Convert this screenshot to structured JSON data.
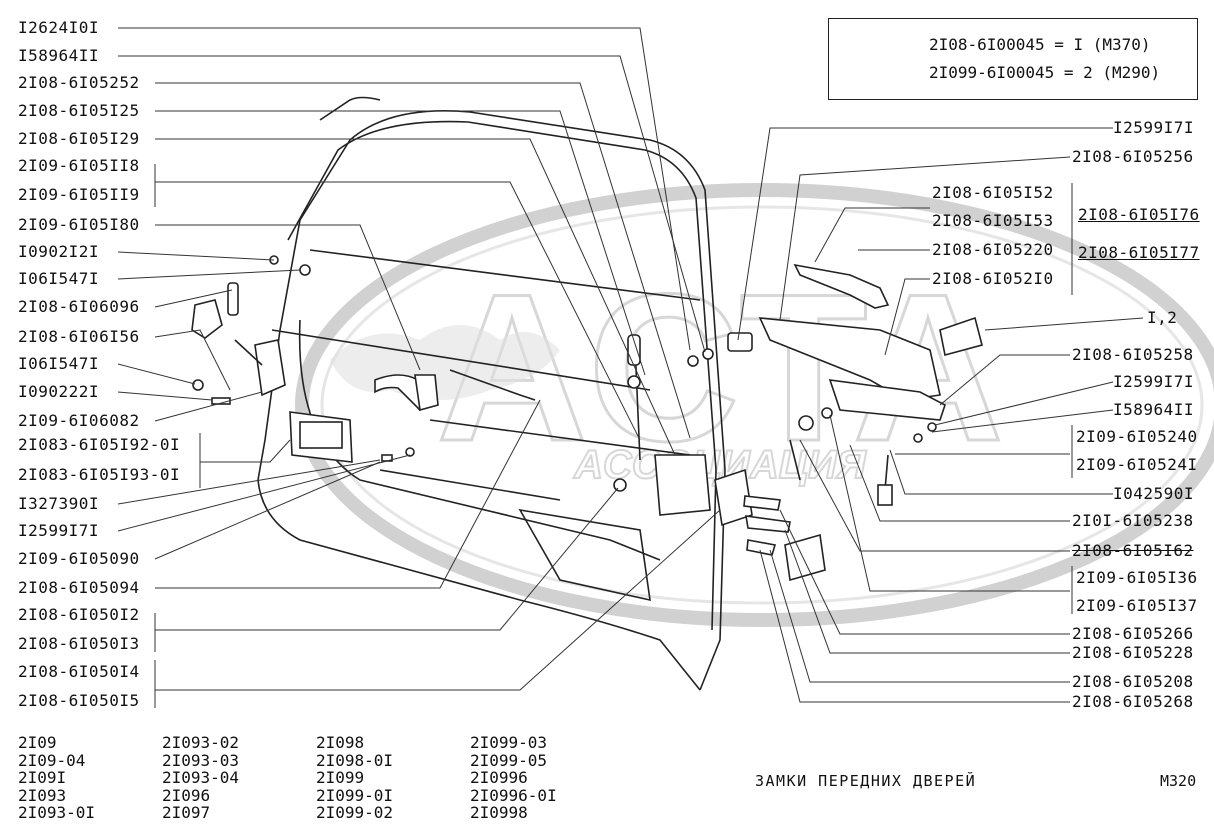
{
  "watermark": {
    "main": "ACTA",
    "sub": "ACCОЦИАЦИЯ"
  },
  "kit": {
    "line1": "2I08-6I00045 = I (M370)",
    "line2": "2I099-6I00045 = 2 (M290)"
  },
  "left_labels": [
    "I2624I0I",
    "I58964II",
    "2I08-6I05252",
    "2I08-6I05I25",
    "2I08-6I05I29",
    "2I09-6I05II8",
    "2I09-6I05II9",
    "2I09-6I05I80",
    "I0902I2I",
    "I06I547I",
    "2I08-6I06096",
    "2I08-6I06I56",
    "I06I547I",
    "I090222I",
    "2I09-6I06082",
    "2I083-6I05I92-0I",
    "2I083-6I05I93-0I",
    "I327390I",
    "I2599I7I",
    "2I09-6I05090",
    "2I08-6I05094",
    "2I08-6I050I2",
    "2I08-6I050I3",
    "2I08-6I050I4",
    "2I08-6I050I5"
  ],
  "right_labels": [
    "I2599I7I",
    "2I08-6I05256",
    "2I08-6I05I52",
    "2I08-6I05I53",
    "2I08-6I05I76",
    "2I08-6I05220",
    "2I08-6I05I77",
    "2I08-6I052I0",
    "I,2",
    "2I08-6I05258",
    "I2599I7I",
    "I58964II",
    "2I09-6I05240",
    "2I09-6I0524I",
    "I042590I",
    "2I0I-6I05238",
    "2I08-6I05I62",
    "2I09-6I05I36",
    "2I09-6I05I37",
    "2I08-6I05266",
    "2I08-6I05228",
    "2I08-6I05208",
    "2I08-6I05268"
  ],
  "models": [
    [
      "2I09",
      "2I09-04",
      "2I09I",
      "2I093",
      "2I093-0I"
    ],
    [
      "2I093-02",
      "2I093-03",
      "2I093-04",
      "2I096",
      "2I097"
    ],
    [
      "2I098",
      "2I098-0I",
      "2I099",
      "2I099-0I",
      "2I099-02"
    ],
    [
      "2I099-03",
      "2I099-05",
      "2I0996",
      "2I0996-0I",
      "2I0998"
    ]
  ],
  "footer": {
    "title": "ЗАМКИ ПЕРЕДНИХ ДВЕРЕЙ",
    "code": "M320"
  }
}
